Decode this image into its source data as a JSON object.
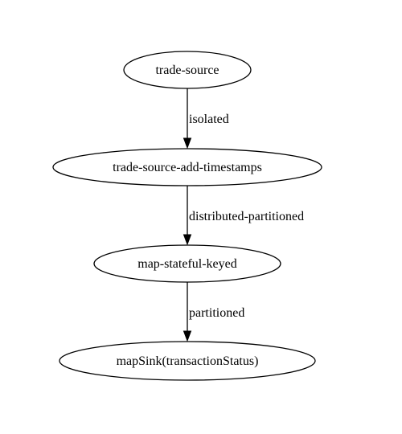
{
  "graph": {
    "nodes": [
      {
        "id": "n1",
        "label": "trade-source"
      },
      {
        "id": "n2",
        "label": "trade-source-add-timestamps"
      },
      {
        "id": "n3",
        "label": "map-stateful-keyed"
      },
      {
        "id": "n4",
        "label": "mapSink(transactionStatus)"
      }
    ],
    "edges": [
      {
        "from": "n1",
        "to": "n2",
        "label": "isolated"
      },
      {
        "from": "n2",
        "to": "n3",
        "label": "distributed-partitioned"
      },
      {
        "from": "n3",
        "to": "n4",
        "label": "partitioned"
      }
    ]
  }
}
